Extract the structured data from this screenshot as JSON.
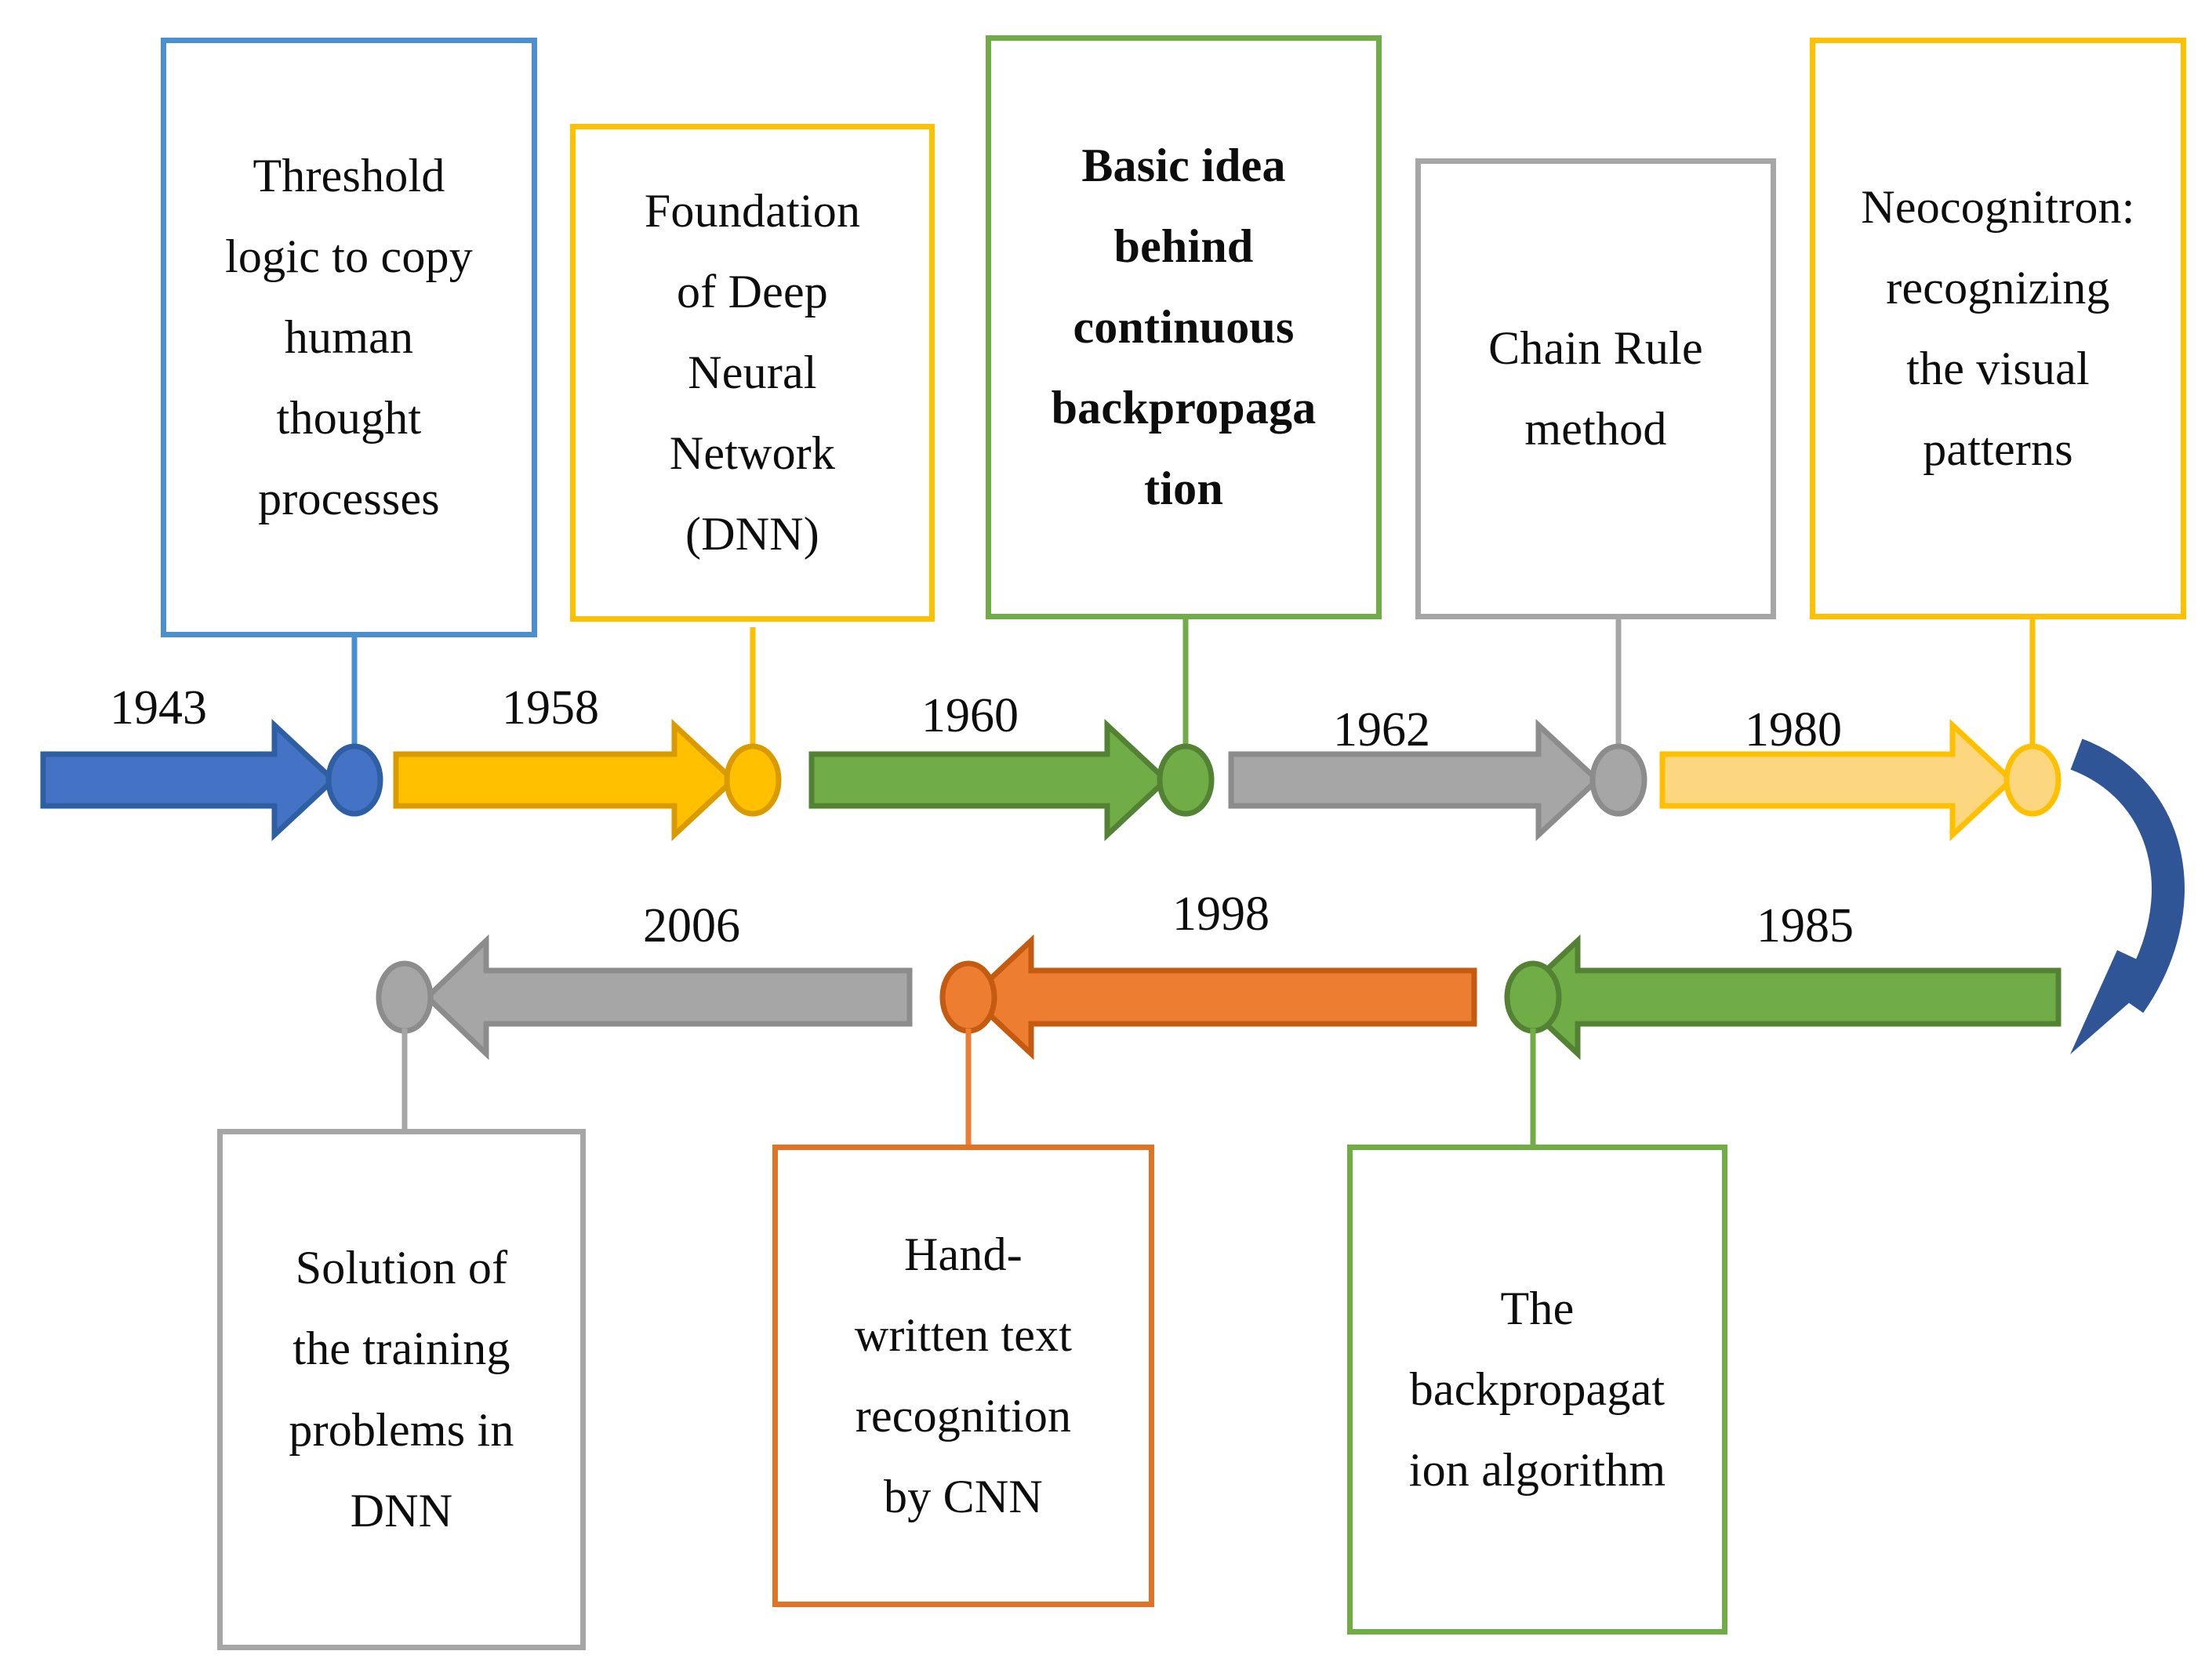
{
  "diagram": {
    "title": "Deep learning history timeline",
    "colors": {
      "blue": "#4472C4",
      "blue_border": "#2E5FA3",
      "blue_box_border": "#4A90D0",
      "gold": "#FFC000",
      "gold_border": "#D99B00",
      "light_gold": "#FCD77F",
      "green": "#70AD47",
      "green_border": "#548235",
      "gray": "#A6A6A6",
      "gray_border": "#808080",
      "orange": "#ED7D31",
      "orange_border": "#C55A11",
      "dark_blue_curve": "#2F5597",
      "text": "#0D0D0D"
    },
    "top_row": {
      "years": [
        "1943",
        "1958",
        "1960",
        "1962",
        "1980"
      ],
      "boxes": [
        {
          "id": "threshold-logic",
          "color": "blue",
          "lines": [
            "Threshold",
            "logic to copy",
            "human",
            "thought",
            "processes"
          ]
        },
        {
          "id": "dnn-foundation",
          "color": "yellow",
          "lines": [
            "Foundation",
            "of Deep",
            "Neural",
            "Network",
            "(DNN)"
          ]
        },
        {
          "id": "continuous-backprop",
          "color": "green",
          "bold": true,
          "lines": [
            "Basic idea",
            "behind",
            "continuous",
            "backpropaga",
            "tion"
          ]
        },
        {
          "id": "chain-rule",
          "color": "gray",
          "lines": [
            "Chain Rule",
            "method"
          ]
        },
        {
          "id": "neocognitron",
          "color": "yellow",
          "lines": [
            "Neocognitron:",
            "recognizing",
            "the visual",
            "patterns"
          ]
        }
      ]
    },
    "bottom_row": {
      "years": [
        "2006",
        "1998",
        "1985"
      ],
      "boxes": [
        {
          "id": "dnn-training-solution",
          "color": "gray",
          "lines": [
            "Solution of",
            "the training",
            "problems in",
            "DNN"
          ]
        },
        {
          "id": "cnn-handwriting",
          "color": "orange",
          "lines": [
            "Hand-",
            "written text",
            "recognition",
            "by CNN"
          ]
        },
        {
          "id": "backprop-algorithm",
          "color": "green",
          "lines": [
            "The",
            "backpropagat",
            "ion algorithm"
          ]
        }
      ]
    }
  }
}
